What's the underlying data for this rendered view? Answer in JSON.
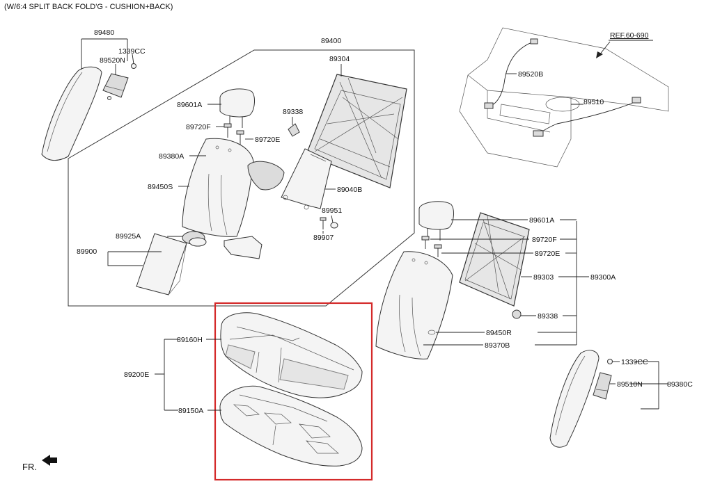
{
  "title": "(W/6:4 SPLIT BACK FOLD'G - CUSHION+BACK)",
  "ref": "REF.60-690",
  "fr": "FR.",
  "labels": {
    "p89480": "89480",
    "p1339cc_a": "1339CC",
    "p89520n": "89520N",
    "p89400": "89400",
    "p89304": "89304",
    "p89601a_a": "89601A",
    "p89338_a": "89338",
    "p89720f_a": "89720F",
    "p89720e_a": "89720E",
    "p89380a": "89380A",
    "p89450s": "89450S",
    "p89040b": "89040B",
    "p89951": "89951",
    "p89907": "89907",
    "p89925a": "89925A",
    "p89900": "89900",
    "p89520b": "89520B",
    "p89510": "89510",
    "p89601a_b": "89601A",
    "p89720f_b": "89720F",
    "p89720e_b": "89720E",
    "p89303": "89303",
    "p89300a": "89300A",
    "p89338_b": "89338",
    "p89450r": "89450R",
    "p89370b": "89370B",
    "p89160h": "89160H",
    "p89200e": "89200E",
    "p89150a": "89150A",
    "p1339cc_b": "1339CC",
    "p89510n": "89510N",
    "p89380c": "89380C"
  },
  "colors": {
    "highlight": "#d42a2a",
    "line": "#222222",
    "part_fill": "#f4f4f4",
    "part_dark": "#dcdcdc"
  },
  "icons": {
    "front_arrow": "arrow-left-icon"
  }
}
